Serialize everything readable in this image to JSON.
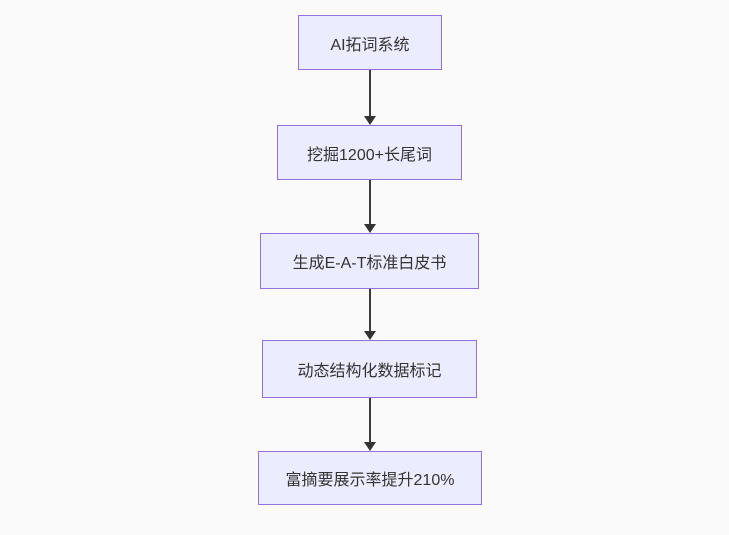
{
  "page": {
    "background_color": "#fafafa"
  },
  "flowchart": {
    "type": "flowchart",
    "direction": "top-down",
    "node_fill_color": "#ECECFF",
    "node_border_color": "#9370DB",
    "node_text_color": "#333333",
    "edge_color": "#333333",
    "nodes": [
      {
        "id": "n1",
        "label": "AI拓词系统"
      },
      {
        "id": "n2",
        "label": "挖掘1200+长尾词"
      },
      {
        "id": "n3",
        "label": "生成E-A-T标准白皮书"
      },
      {
        "id": "n4",
        "label": "动态结构化数据标记"
      },
      {
        "id": "n5",
        "label": "富摘要展示率提升210%"
      }
    ],
    "edges": [
      {
        "from": "n1",
        "to": "n2",
        "arrow": "down"
      },
      {
        "from": "n2",
        "to": "n3",
        "arrow": "down"
      },
      {
        "from": "n3",
        "to": "n4",
        "arrow": "down"
      },
      {
        "from": "n4",
        "to": "n5",
        "arrow": "down"
      }
    ]
  }
}
